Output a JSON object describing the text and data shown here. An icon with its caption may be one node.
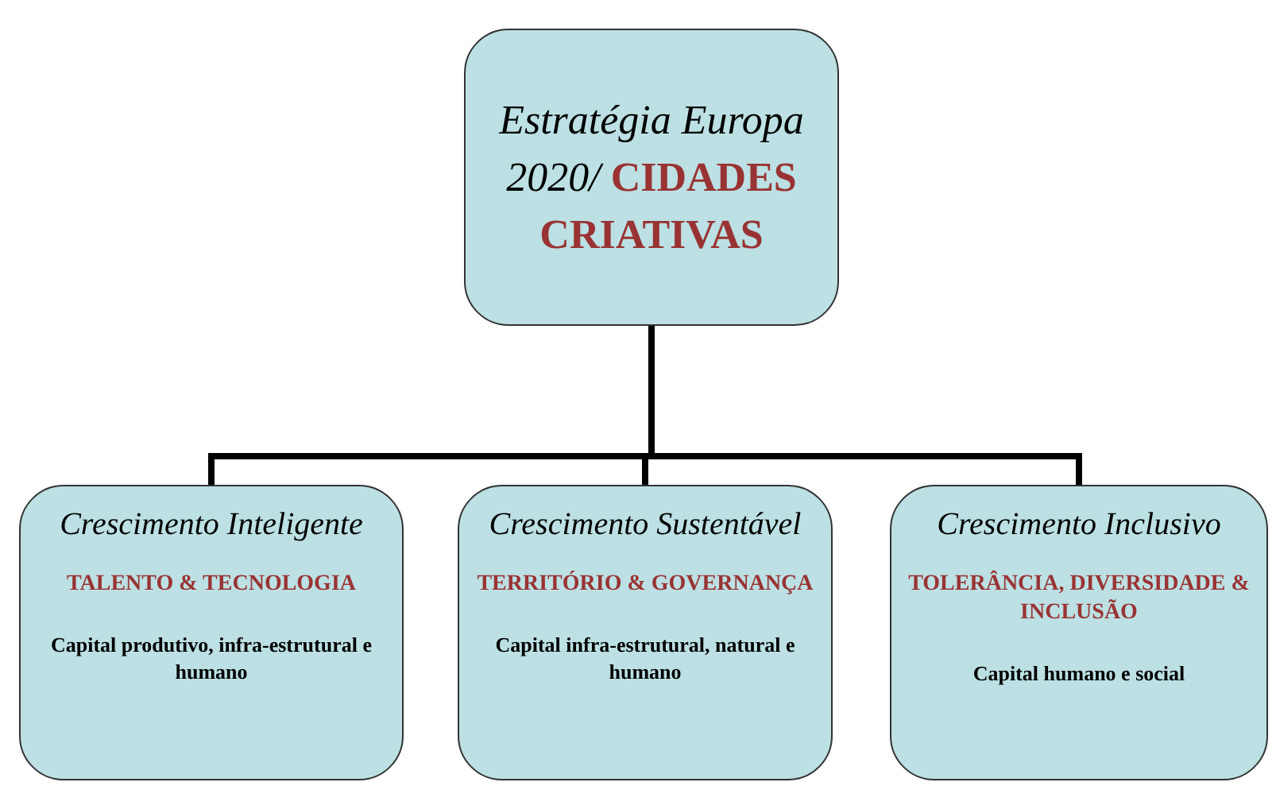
{
  "diagram": {
    "nodes": [
      {
        "text": [
          "Estratégia Europa 2020/",
          "CIDADES CRIATIVAS"
        ]
      },
      {
        "text": [
          "Crescimento Inteligente",
          "TALENTO & TECNOLOGIA",
          "Capital produtivo, infra-estrutural e humano"
        ]
      },
      {
        "text": [
          "Crescimento Sustentável",
          "TERRITÓRIO & GOVERNANÇA",
          "Capital infra-estrutural, natural e humano"
        ]
      },
      {
        "text": [
          "Crescimento Inclusivo",
          "TOLERÂNCIA, DIVERSIDADE & INCLUSÃO",
          "Capital humano e social"
        ]
      }
    ],
    "edges": [
      {
        "from": 0,
        "to": 1,
        "arrow": "none"
      },
      {
        "from": 0,
        "to": 2,
        "arrow": "none"
      },
      {
        "from": 0,
        "to": 3,
        "arrow": "none"
      }
    ]
  }
}
